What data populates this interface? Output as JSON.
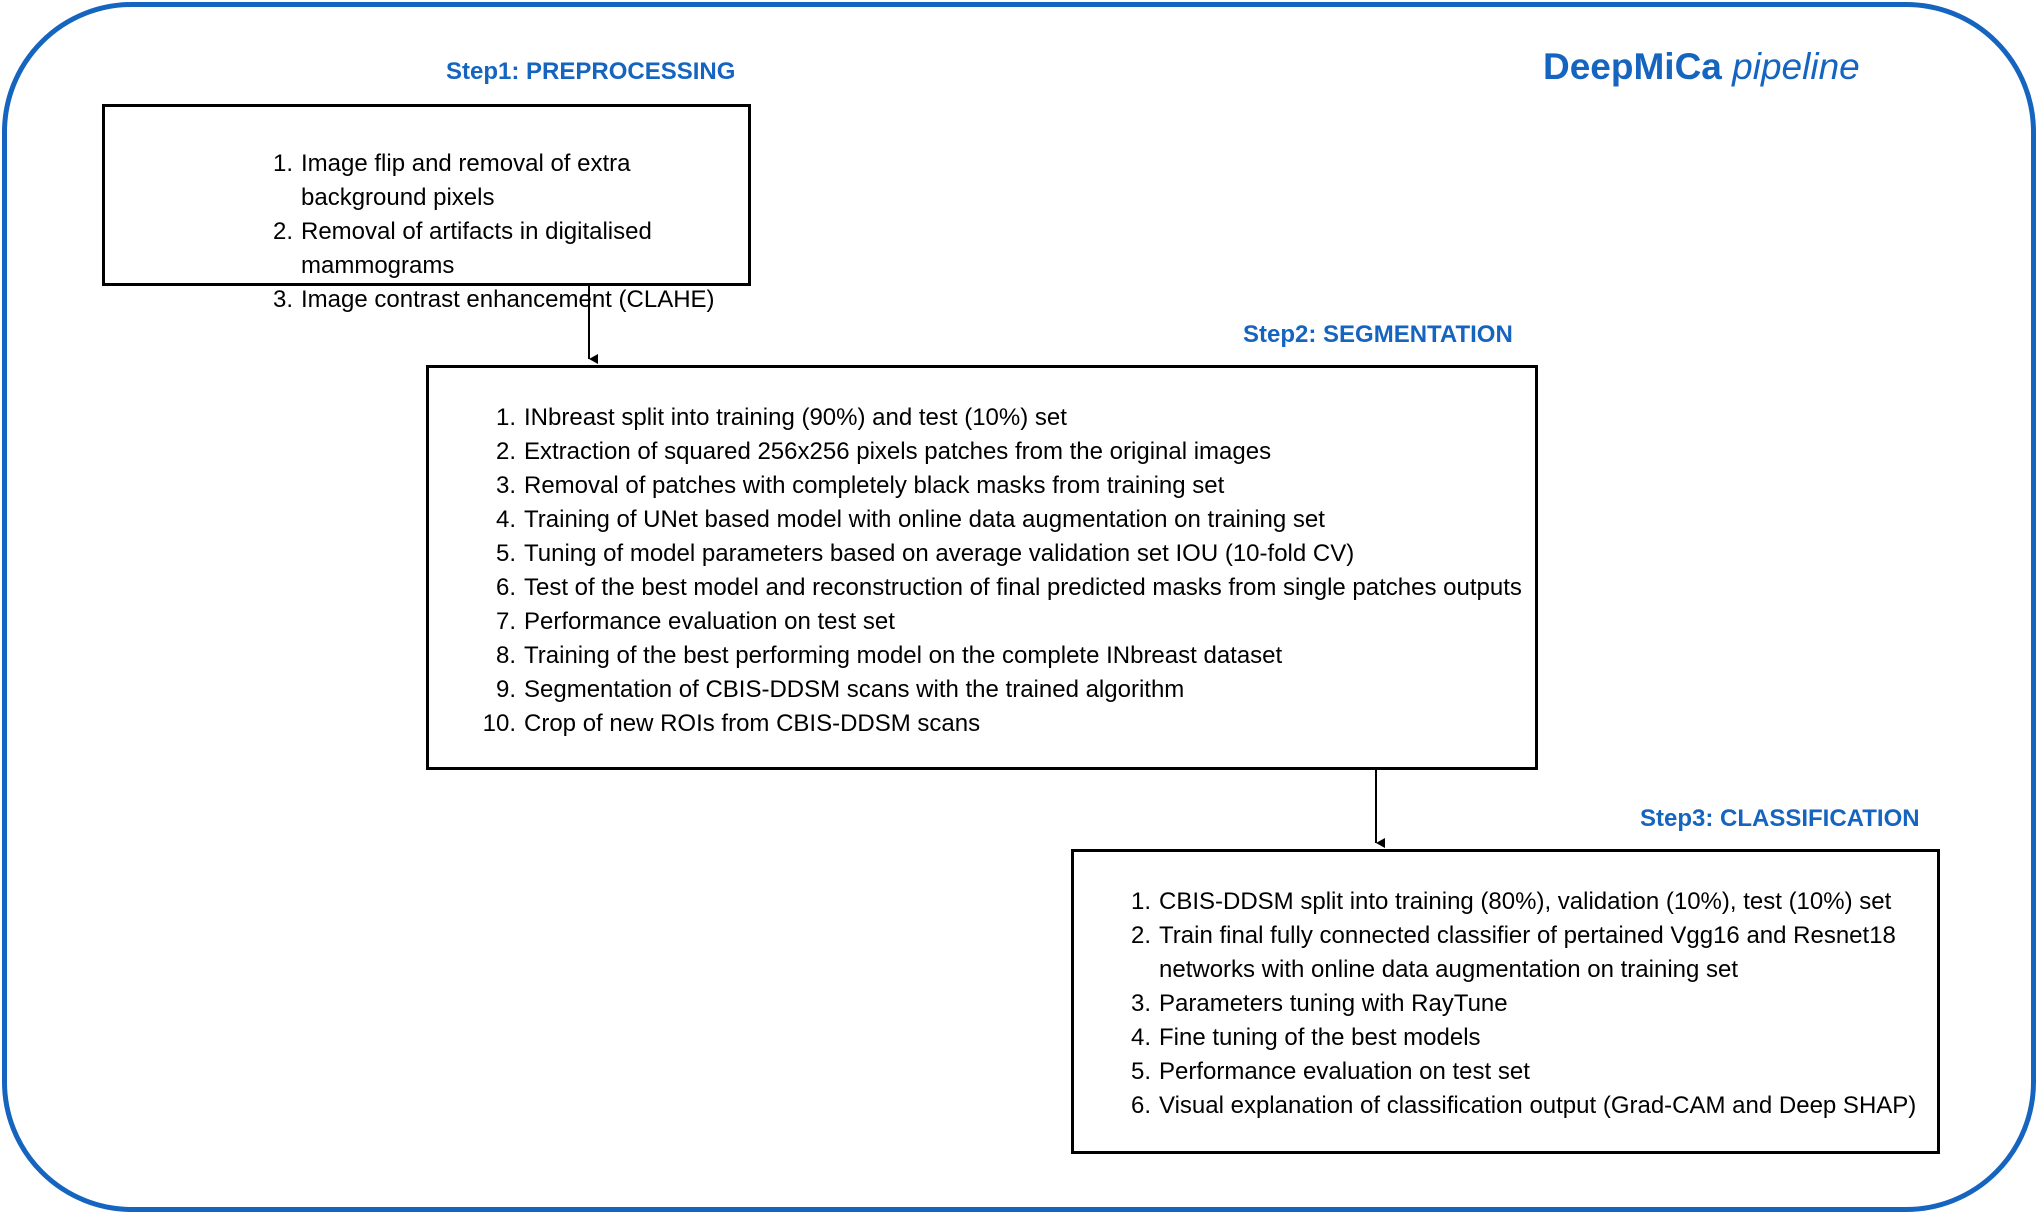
{
  "title": {
    "main": "DeepMiCa",
    "sub": "pipeline"
  },
  "steps": [
    {
      "heading": "Step1: PREPROCESSING",
      "items": [
        {
          "num": "1.",
          "text": "Image flip and removal of extra background pixels"
        },
        {
          "num": "2.",
          "text": "Removal of artifacts in digitalised mammograms"
        },
        {
          "num": "3.",
          "text": "Image contrast enhancement (CLAHE)"
        }
      ]
    },
    {
      "heading": "Step2: SEGMENTATION",
      "items": [
        {
          "num": "1.",
          "text": "INbreast split into training (90%) and test (10%) set"
        },
        {
          "num": "2.",
          "text": "Extraction of squared 256x256 pixels patches from the original images"
        },
        {
          "num": "3.",
          "text": "Removal of patches with completely black masks from training set"
        },
        {
          "num": "4.",
          "text": "Training of UNet based model with online data augmentation on training set"
        },
        {
          "num": "5.",
          "text": "Tuning of model parameters based on average validation set IOU (10-fold CV)"
        },
        {
          "num": "6.",
          "text": "Test of the best model and reconstruction of final predicted masks from single patches outputs"
        },
        {
          "num": "7.",
          "text": "Performance evaluation on test set"
        },
        {
          "num": "8.",
          "text": "Training of the best performing model on the complete INbreast dataset"
        },
        {
          "num": "9.",
          "text": "Segmentation of CBIS-DDSM scans with the trained algorithm"
        },
        {
          "num": "10.",
          "text": "Crop of new ROIs from CBIS-DDSM scans"
        }
      ]
    },
    {
      "heading": "Step3: CLASSIFICATION",
      "items": [
        {
          "num": "1.",
          "text": "CBIS-DDSM split into training (80%), validation (10%), test (10%) set"
        },
        {
          "num": "2.",
          "text": "Train final fully connected classifier of pertained Vgg16 and Resnet18 networks with online data augmentation on training set"
        },
        {
          "num": "3.",
          "text": "Parameters tuning with RayTune"
        },
        {
          "num": "4.",
          "text": "Fine tuning of the best models"
        },
        {
          "num": "5.",
          "text": "Performance evaluation on test set"
        },
        {
          "num": "6.",
          "text": "Visual explanation of classification output (Grad-CAM and Deep SHAP)"
        }
      ]
    }
  ],
  "colors": {
    "accent": "#1565C0",
    "border": "#000000"
  }
}
